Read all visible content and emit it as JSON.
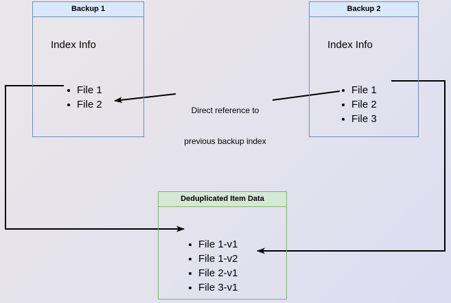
{
  "diagram": {
    "title_hidden": "",
    "colors": {
      "blue_border": "#6c8ebf",
      "blue_fill": "#dae8fc",
      "green_border": "#82b366",
      "green_fill": "#d5e8d4",
      "edge_stroke": "#000000",
      "background_start": "#e9e7e9",
      "background_end": "#dcdcf2"
    },
    "nodes": {
      "backup1": {
        "header": "Backup 1",
        "section_title": "Index Info",
        "items": [
          "File 1",
          "File 2"
        ]
      },
      "backup2": {
        "header": "Backup 2",
        "section_title": "Index Info",
        "items": [
          "File 1",
          "File 2",
          "File 3"
        ]
      },
      "dedup": {
        "header": "Deduplicated Item Data",
        "items": [
          "File 1-v1",
          "File 1-v2",
          "File 2-v1",
          "File 3-v1"
        ]
      }
    },
    "edges": {
      "direct_reference_label_line1": "Direct reference to",
      "direct_reference_label_line2": "previous backup index"
    }
  }
}
